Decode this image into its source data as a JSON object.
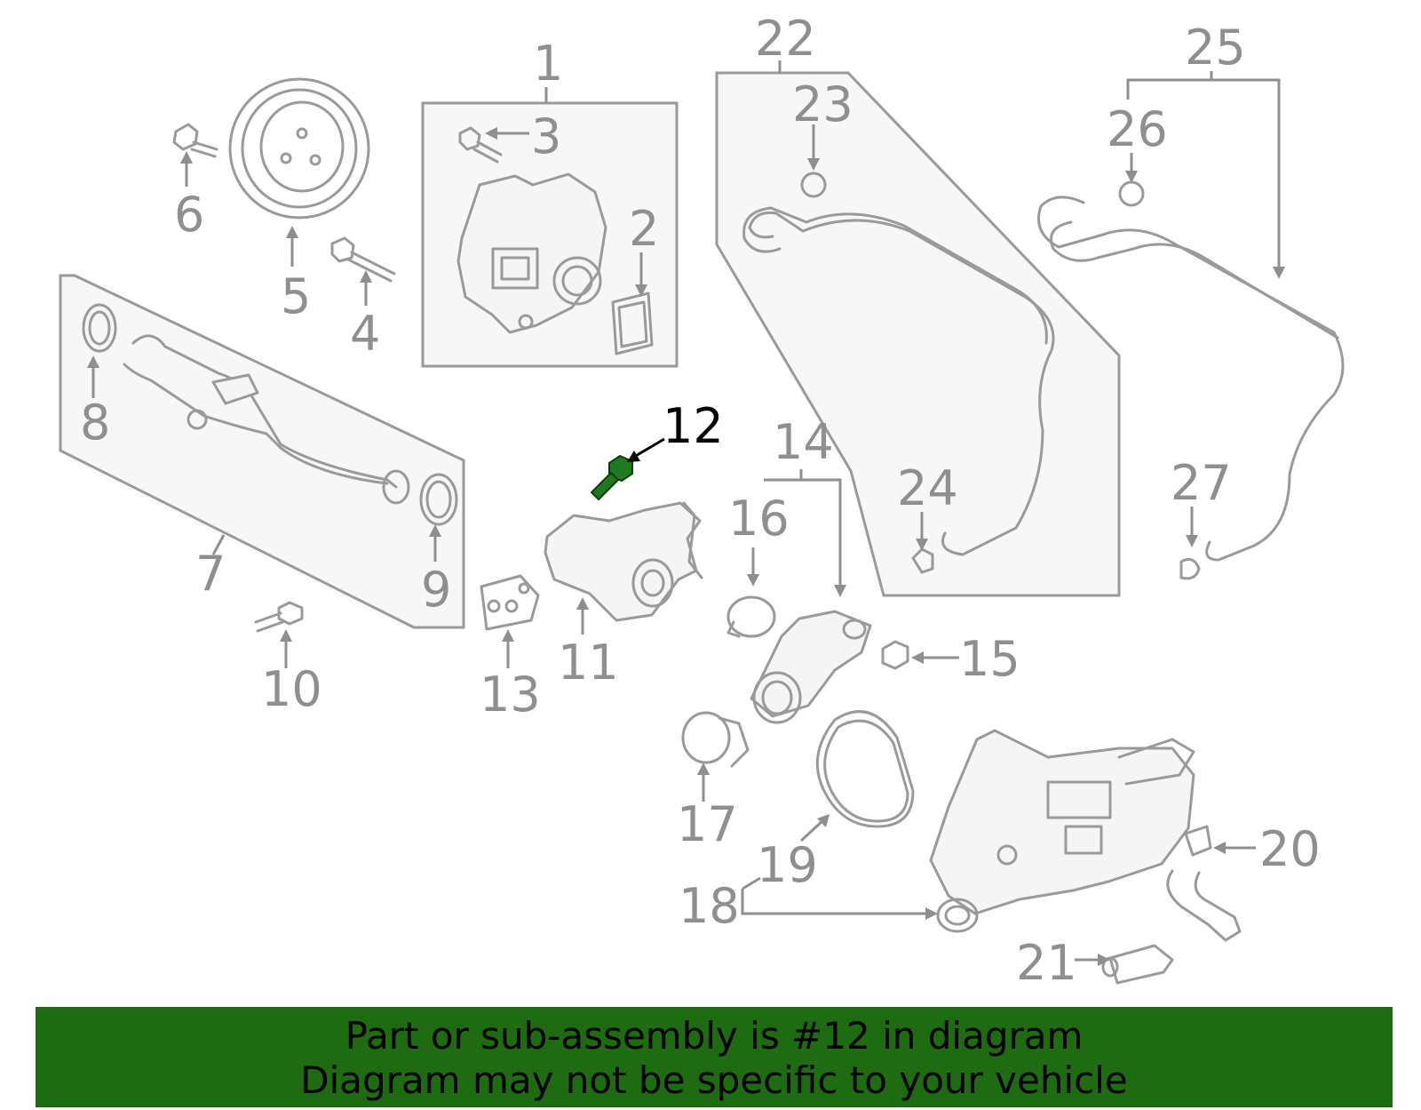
{
  "callouts": [
    {
      "n": "1"
    },
    {
      "n": "2"
    },
    {
      "n": "3"
    },
    {
      "n": "4"
    },
    {
      "n": "5"
    },
    {
      "n": "6"
    },
    {
      "n": "7"
    },
    {
      "n": "8"
    },
    {
      "n": "9"
    },
    {
      "n": "10"
    },
    {
      "n": "11"
    },
    {
      "n": "12"
    },
    {
      "n": "13"
    },
    {
      "n": "14"
    },
    {
      "n": "15"
    },
    {
      "n": "16"
    },
    {
      "n": "17"
    },
    {
      "n": "18"
    },
    {
      "n": "19"
    },
    {
      "n": "20"
    },
    {
      "n": "21"
    },
    {
      "n": "22"
    },
    {
      "n": "23"
    },
    {
      "n": "24"
    },
    {
      "n": "25"
    },
    {
      "n": "26"
    },
    {
      "n": "27"
    }
  ],
  "highlighted_part": "12",
  "colors": {
    "highlight_part": "#1f7a1f",
    "banner": "#1f6b12",
    "line_gray": "#9a9a9a",
    "label_gray": "#8f8f8f"
  },
  "banner": {
    "line1": "Part or sub-assembly is #12 in diagram",
    "line2": "Diagram may not be specific to your vehicle"
  }
}
